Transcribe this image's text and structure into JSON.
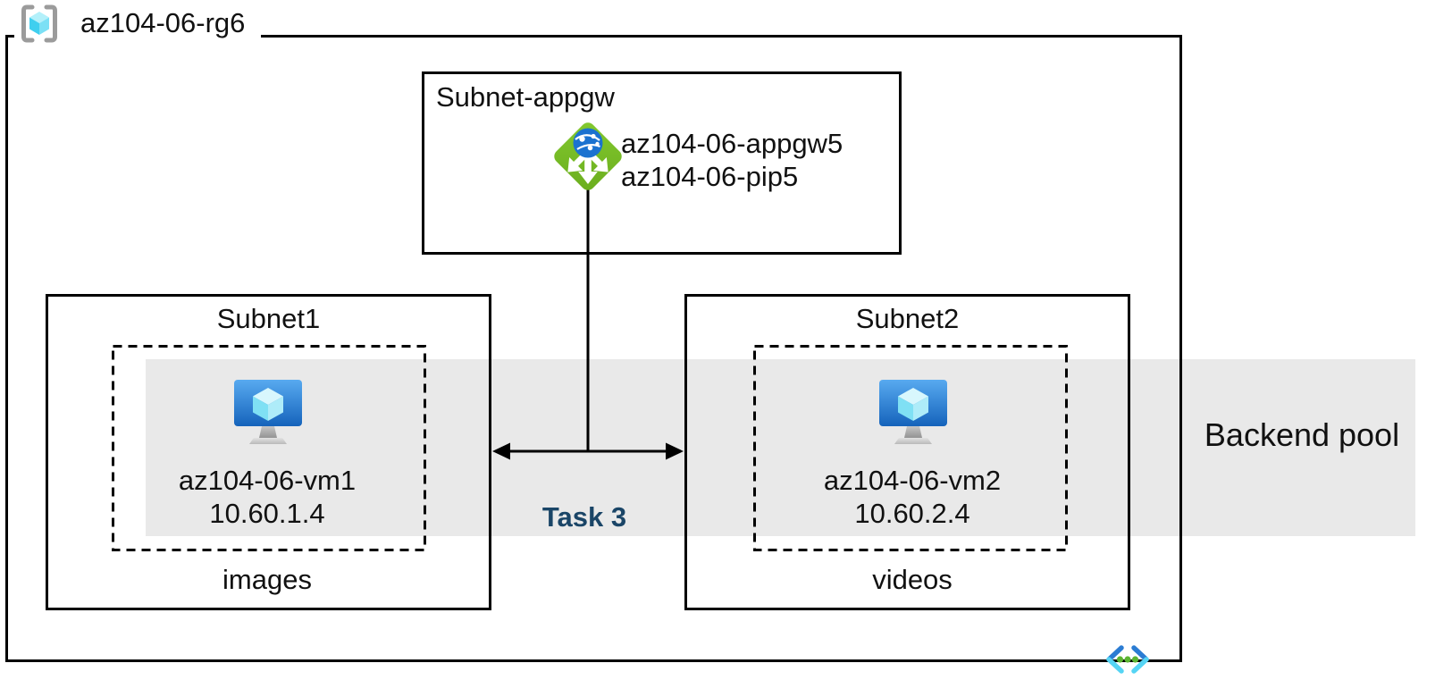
{
  "resource_group": {
    "name": "az104-06-rg6"
  },
  "vnet": {
    "appgw_subnet": {
      "title": "Subnet-appgw",
      "appgw_name": "az104-06-appgw5",
      "pip_name": "az104-06-pip5"
    },
    "subnet1": {
      "title": "Subnet1",
      "vm_name": "az104-06-vm1",
      "vm_ip": "10.60.1.4",
      "storage_label": "images"
    },
    "subnet2": {
      "title": "Subnet2",
      "vm_name": "az104-06-vm2",
      "vm_ip": "10.60.2.4",
      "storage_label": "videos"
    }
  },
  "backend_pool": {
    "label": "Backend pool"
  },
  "task": {
    "label": "Task 3"
  },
  "icons": {
    "resource_group": "resource-group-icon",
    "application_gateway": "application-gateway-icon",
    "virtual_machine": "virtual-machine-icon",
    "virtual_network": "virtual-network-icon"
  },
  "colors": {
    "backend_band": "#e9e9e9",
    "task_label_blue": "#1a4567",
    "appgw_green": "#76bc21",
    "globe_blue": "#1b72d0",
    "vm_screen_top": "#58aaf0",
    "vm_screen_bottom": "#1563bb",
    "cube_cyan": "#50d9f2",
    "bracket_gray": "#9b9b9b",
    "vnet_bracket_blue": "#2b7cd3",
    "vnet_bracket_cyan": "#55d4f4",
    "vnet_dot_green": "#5bb531",
    "line_black": "#000000"
  }
}
